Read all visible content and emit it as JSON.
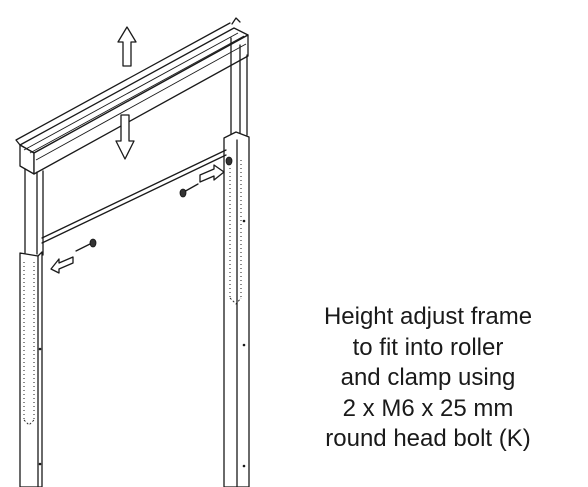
{
  "caption": {
    "lines": [
      "Height adjust frame",
      "to fit into roller",
      "and clamp using",
      "2 x M6 x 25 mm",
      "round head bolt (K)"
    ]
  },
  "icons": [
    "arrow-up-icon",
    "arrow-down-icon",
    "arrow-left-icon",
    "arrow-right-icon",
    "bolt-icon"
  ]
}
